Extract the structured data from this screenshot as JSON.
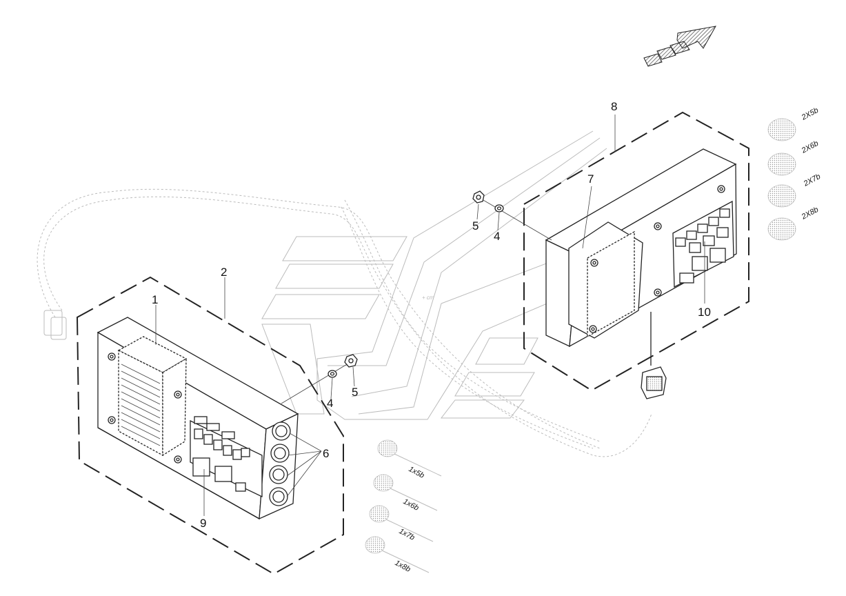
{
  "callouts": {
    "c1": "1",
    "c2": "2",
    "c4a": "4",
    "c5a": "5",
    "c6": "6",
    "c9": "9",
    "c4b": "4",
    "c5b": "5",
    "c7": "7",
    "c8": "8",
    "c10": "10"
  },
  "connector_tags": {
    "left": [
      "1x5b",
      "1x6b",
      "1x7b",
      "1x8b"
    ],
    "right": [
      "2X5b",
      "2X6b",
      "2X7b",
      "2X8b"
    ]
  },
  "colors": {
    "line": "#222222",
    "ghost": "#bbbbbb",
    "background": "#ffffff"
  },
  "icons": [
    "direction-arrow-icon",
    "connector-plug-icon",
    "round-connector-icon"
  ]
}
